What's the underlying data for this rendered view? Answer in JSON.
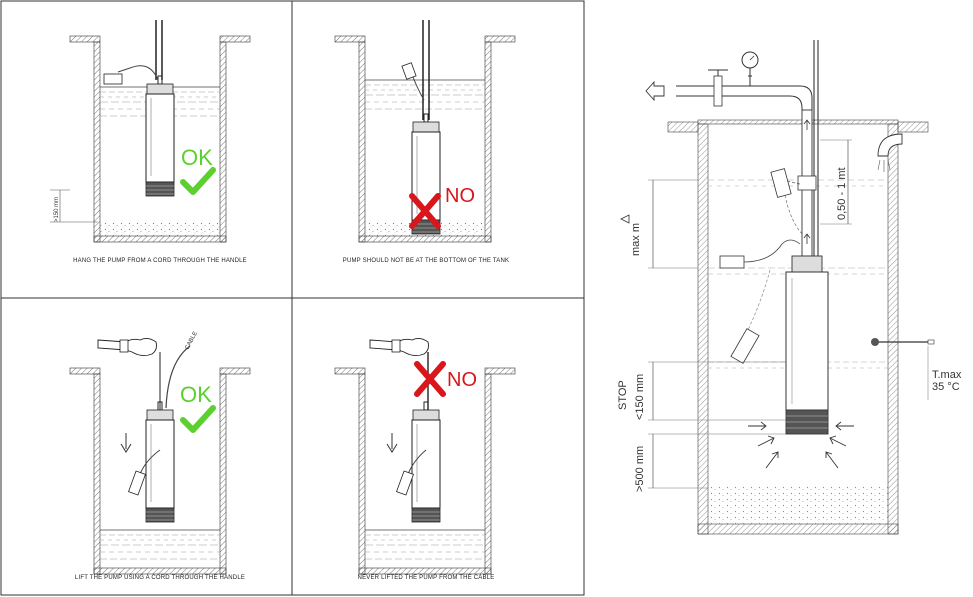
{
  "panels": [
    {
      "caption": "HANG THE PUMP FROM A CORD THROUGH THE HANDLE",
      "verdict": "OK",
      "dimension": ">150 mm"
    },
    {
      "caption": "PUMP SHOULD NOT BE AT THE BOTTOM OF THE TANK",
      "verdict": "NO"
    },
    {
      "caption": "LIFT THE PUMP USING A CORD THROUGH THE HANDLE",
      "verdict": "OK",
      "cable_label": "CABLE"
    },
    {
      "caption": "NEVER LIFTED THE PUMP FROM THE CABLE",
      "verdict": "NO"
    }
  ],
  "install": {
    "max_label": "max m",
    "range_label": "0,50 - 1 mt",
    "stop_label": "STOP",
    "min_clearance": "<150 mm",
    "bottom_clearance": ">500 mm",
    "temp_label": "T.max",
    "temp_value": "35 °C"
  },
  "colors": {
    "ok": "#5bd02e",
    "no": "#d8161b",
    "line": "#222222"
  }
}
